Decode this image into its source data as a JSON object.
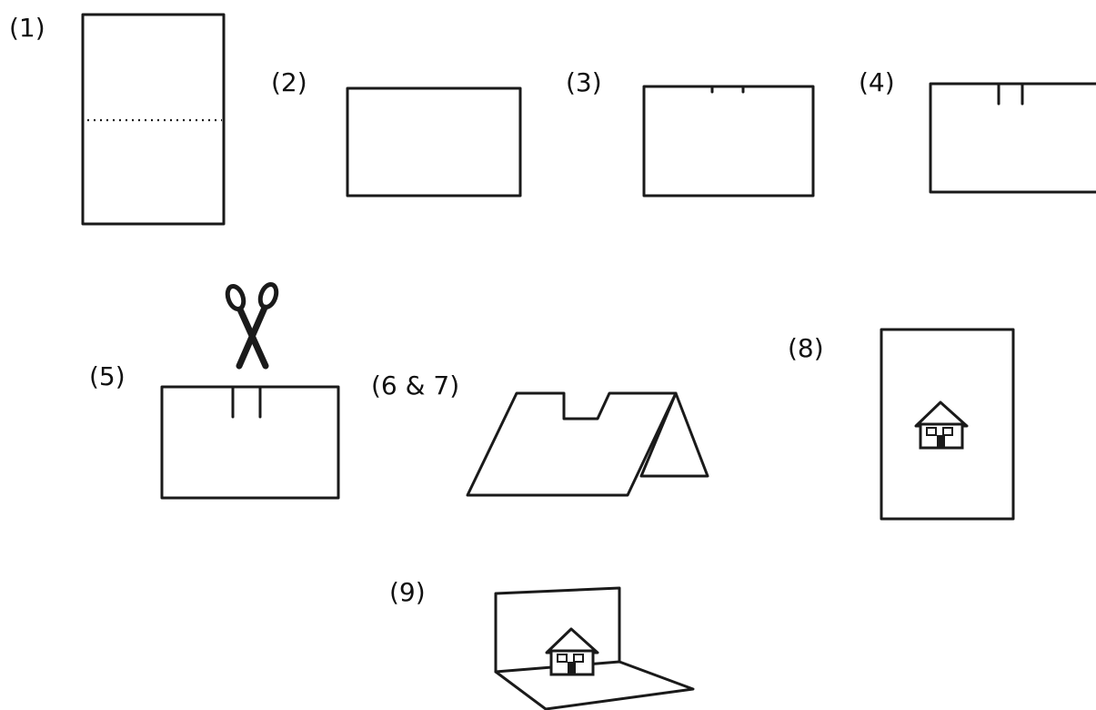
{
  "steps": [
    {
      "id": 1,
      "label": "(1)"
    },
    {
      "id": 2,
      "label": "(2)"
    },
    {
      "id": 3,
      "label": "(3)"
    },
    {
      "id": 4,
      "label": "(4)"
    },
    {
      "id": 5,
      "label": "(5)"
    },
    {
      "id": 6,
      "label": "(6 & 7)"
    },
    {
      "id": 8,
      "label": "(8)"
    },
    {
      "id": 9,
      "label": "(9)"
    }
  ],
  "icons": {
    "cutting_tool": "scissors-icon",
    "decoration": "house-icon"
  },
  "colors": {
    "line": "#1a1a1a",
    "background": "#ffffff"
  }
}
